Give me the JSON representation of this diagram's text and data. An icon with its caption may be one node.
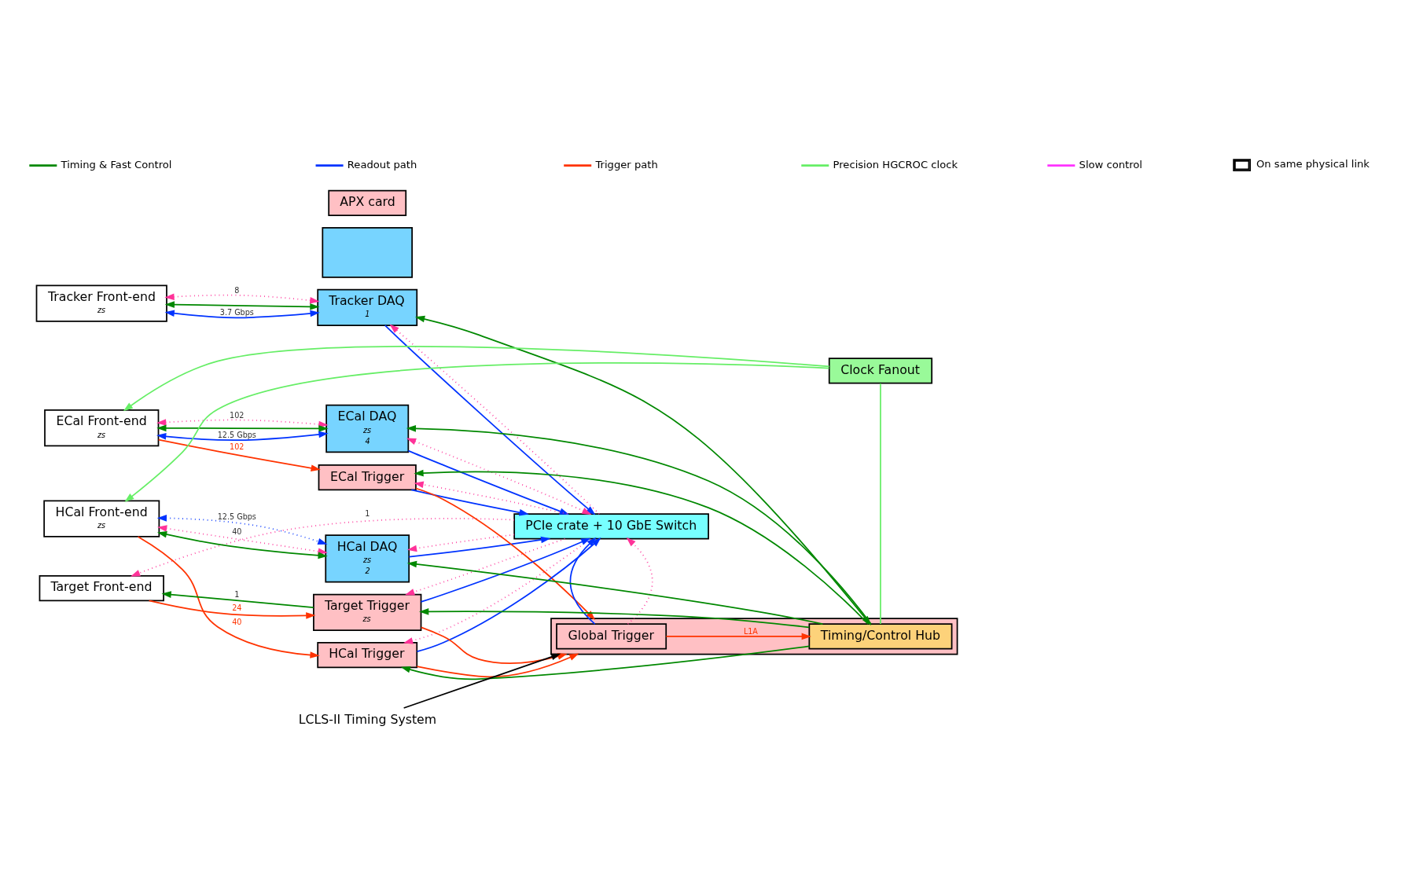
{
  "diagram": {
    "nodes": [
      {
        "text": [
          "Tracker Front-end",
          "zs"
        ]
      },
      {
        "text": [
          "Tracker DAQ",
          "1"
        ]
      },
      {
        "text": [
          "ECal DAQ",
          "zs",
          "4"
        ]
      },
      {
        "text": [
          "HCal DAQ",
          "zs",
          "2"
        ]
      },
      {
        "text": [
          "PCIe crate + 10 GbE Switch"
        ]
      },
      {
        "text": [
          "ECal Front-end",
          "zs"
        ]
      },
      {
        "text": [
          "ECal Trigger"
        ]
      },
      {
        "text": [
          "HCal Front-end",
          "zs"
        ]
      },
      {
        "text": [
          "HCal Trigger"
        ]
      },
      {
        "text": [
          "Target Front-end"
        ]
      },
      {
        "text": [
          "Target Trigger",
          "zs"
        ]
      },
      {
        "text": [],
        "shape": "box"
      },
      {
        "text": [
          "Global Trigger"
        ],
        "in": 11
      },
      {
        "text": [
          "Timing/Control Hub"
        ],
        "in": 11
      },
      {
        "text": [
          "Clock Fanout"
        ]
      },
      {
        "text": [
          "LCLS-II Timing System"
        ]
      },
      {
        "text": [],
        "shape": "box"
      },
      {
        "text": [
          "APX card"
        ]
      }
    ],
    "edges": [
      {
        "from": 0,
        "to": 1,
        "arrow": "both",
        "style": "dashed",
        "color": "#ff3399",
        "label": "8"
      },
      {
        "from": 0,
        "to": 1,
        "arrow": "both",
        "color": "#008800"
      },
      {
        "from": 0,
        "to": 1,
        "arrow": "both",
        "color": "#0033ff",
        "label": "3.7 Gbps"
      },
      {
        "from": 5,
        "to": 2,
        "arrow": "both",
        "style": "dashed",
        "color": "#ff3399",
        "label": "102"
      },
      {
        "from": 5,
        "to": 2,
        "arrow": "both",
        "color": "#008800"
      },
      {
        "from": 5,
        "to": 2,
        "arrow": "both",
        "color": "#0033ff",
        "label": "12.5 Gbps"
      },
      {
        "from": 7,
        "to": 3,
        "arrow": "both",
        "style": "dashed",
        "color": "#ff3399",
        "label": "40"
      },
      {
        "from": 7,
        "to": 3,
        "arrow": "both",
        "color": "#008800"
      },
      {
        "from": 7,
        "to": 3,
        "arrow": "both",
        "style": "dashed",
        "color": "#0033ff",
        "label": "12.5 Gbps"
      },
      {
        "from": 5,
        "to": 6,
        "arrow": "to",
        "color": "#ff3300",
        "label": "102"
      },
      {
        "from": 7,
        "to": 8,
        "arrow": "to",
        "color": "#ff3300",
        "label": "40"
      },
      {
        "from": 4,
        "to": 9,
        "arrow": "to",
        "style": "dashed",
        "color": "#ff3399",
        "label": "1"
      },
      {
        "from": 10,
        "to": 9,
        "arrow": "to",
        "color": "#008800",
        "label": "1"
      },
      {
        "from": 9,
        "to": 10,
        "arrow": "to",
        "color": "#ff3300",
        "label": "24"
      },
      {
        "from": 4,
        "to": 1,
        "arrow": "to",
        "style": "dashed",
        "color": "#ff3399"
      },
      {
        "from": 4,
        "to": 2,
        "arrow": "both",
        "style": "dashed",
        "color": "#ff3399"
      },
      {
        "from": 4,
        "to": 3,
        "arrow": "to",
        "style": "dashed",
        "color": "#ff3399"
      },
      {
        "from": 4,
        "to": 6,
        "arrow": "to",
        "style": "dashed",
        "color": "#ff3399"
      },
      {
        "from": 4,
        "to": 8,
        "arrow": "to",
        "style": "dashed",
        "color": "#ff3399"
      },
      {
        "from": 4,
        "to": 10,
        "arrow": "to",
        "style": "dashed",
        "color": "#ff3399"
      },
      {
        "from": 12,
        "to": 4,
        "arrow": "to",
        "style": "dashed",
        "color": "#ff3399"
      },
      {
        "from": 1,
        "to": 4,
        "arrow": "to",
        "color": "#0033ff"
      },
      {
        "from": 2,
        "to": 4,
        "arrow": "to",
        "color": "#0033ff"
      },
      {
        "from": 3,
        "to": 4,
        "arrow": "to",
        "color": "#0033ff"
      },
      {
        "from": 6,
        "to": 4,
        "arrow": "to",
        "color": "#0033ff"
      },
      {
        "from": 8,
        "to": 4,
        "arrow": "to",
        "color": "#0033ff"
      },
      {
        "from": 10,
        "to": 4,
        "arrow": "to",
        "color": "#0033ff"
      },
      {
        "from": 12,
        "to": 4,
        "arrow": "to",
        "color": "#0033ff"
      },
      {
        "from": 6,
        "to": 11,
        "arrow": "to",
        "color": "#ff3300"
      },
      {
        "from": 8,
        "to": 11,
        "arrow": "to",
        "color": "#ff3300"
      },
      {
        "from": 10,
        "to": 11,
        "arrow": "to",
        "color": "#ff3300"
      },
      {
        "from": 12,
        "to": 13,
        "arrow": "to",
        "color": "#ff3300",
        "label": "L1A"
      },
      {
        "from": 1,
        "to": 13,
        "arrow": "both",
        "color": "#008800"
      },
      {
        "from": 13,
        "to": 2,
        "arrow": "to",
        "color": "#008800"
      },
      {
        "from": 13,
        "to": 3,
        "arrow": "to",
        "color": "#008800"
      },
      {
        "from": 13,
        "to": 6,
        "arrow": "to",
        "color": "#008800"
      },
      {
        "from": 13,
        "to": 8,
        "arrow": "to",
        "color": "#008800"
      },
      {
        "from": 13,
        "to": 10,
        "arrow": "to",
        "color": "#008800"
      },
      {
        "from": 13,
        "to": 14,
        "arrow": "none",
        "color": "#66ee66"
      },
      {
        "from": 14,
        "to": 5,
        "arrow": "to",
        "color": "#66ee66"
      },
      {
        "from": 14,
        "to": 7,
        "arrow": "to",
        "color": "#66ee66"
      },
      {
        "from": 15,
        "to": 11,
        "arrow": "to",
        "color": "#000000"
      }
    ],
    "legend": [
      {
        "text": "Timing & Fast Control"
      },
      {
        "text": "Readout path"
      },
      {
        "text": "Trigger path"
      },
      {
        "text": "Precision HGCROC clock"
      },
      {
        "text": "Slow control"
      },
      {
        "text": "On same physical link"
      }
    ]
  }
}
